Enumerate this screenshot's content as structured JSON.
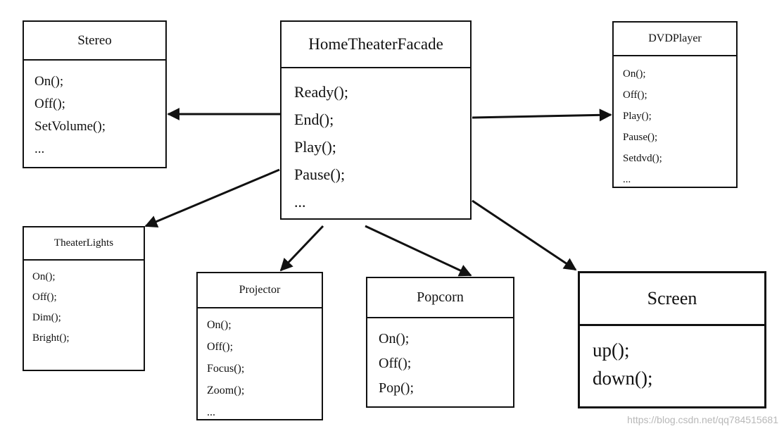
{
  "classes": {
    "stereo": {
      "name": "Stereo",
      "methods": [
        "On();",
        "Off();",
        "SetVolume();",
        "..."
      ]
    },
    "facade": {
      "name": "HomeTheaterFacade",
      "methods": [
        "Ready();",
        "End();",
        "Play();",
        "Pause();",
        "..."
      ]
    },
    "dvd_player": {
      "name": "DVDPlayer",
      "methods": [
        "On();",
        "Off();",
        "Play();",
        "Pause();",
        "Setdvd();",
        "..."
      ]
    },
    "theater_lights": {
      "name": "TheaterLights",
      "methods": [
        "On();",
        "Off();",
        "Dim();",
        "Bright();"
      ]
    },
    "projector": {
      "name": "Projector",
      "methods": [
        "On();",
        "Off();",
        "Focus();",
        "Zoom();",
        "..."
      ]
    },
    "popcorn": {
      "name": "Popcorn",
      "methods": [
        "On();",
        "Off();",
        "Pop();"
      ]
    },
    "screen": {
      "name": "Screen",
      "methods": [
        "up();",
        "down();"
      ]
    }
  },
  "associations": [
    {
      "from": "HomeTheaterFacade",
      "to": "Stereo"
    },
    {
      "from": "HomeTheaterFacade",
      "to": "DVDPlayer"
    },
    {
      "from": "HomeTheaterFacade",
      "to": "TheaterLights"
    },
    {
      "from": "HomeTheaterFacade",
      "to": "Projector"
    },
    {
      "from": "HomeTheaterFacade",
      "to": "Popcorn"
    },
    {
      "from": "HomeTheaterFacade",
      "to": "Screen"
    }
  ],
  "watermark": "https://blog.csdn.net/qq784515681",
  "colors": {
    "stroke": "#111111",
    "watermark": "#b8b8b8"
  }
}
